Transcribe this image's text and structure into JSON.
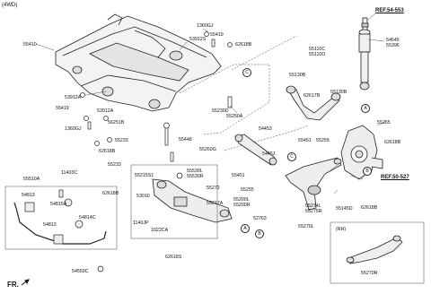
{
  "diagram": {
    "variant": "(4WD)",
    "front_marker": "FR.",
    "rh_label": "(RH)",
    "refs": {
      "ref1": "REF.54-553",
      "ref2": "REF.50-527"
    },
    "callouts": {
      "A": "A",
      "B": "B",
      "C": "C"
    },
    "labels": {
      "p55410": "55410",
      "p1360gj_top": "1360GJ",
      "p55419_top": "55419",
      "p53912s": "53912S",
      "p62618b_top": "62618B",
      "p53912a_1": "53912A",
      "p53912a_2": "53912A",
      "p55419_l": "55419",
      "p1360gj_l": "1360GJ",
      "p56251b": "56251B",
      "p55233_a": "55233",
      "p62618b_l": "62618B",
      "p55230d": "55230D",
      "p55250a": "55250A",
      "p55448": "55448",
      "p55260g": "55260G",
      "p54453": "54453",
      "p5445j": "5445J",
      "p55110c": "55110C\n55110D",
      "p55130b": "55130B",
      "p62617b": "62617B",
      "p55130b_2": "55130B",
      "p54645": "54645\n55396",
      "p55451": "55451",
      "p55255_top": "55255",
      "p55255_r": "55255",
      "p62618b_r": "62618B",
      "p11403c": "11403C",
      "p55510a": "55510A",
      "p54813_a": "54813",
      "p54815a": "54815A",
      "p54814c": "54814C",
      "p54813_b": "54813",
      "p54559c": "54559C",
      "p55233_b": "55233",
      "p62618b_b": "62618B",
      "p55215s1": "55215S1",
      "p55530l": "55530L\n55530R",
      "p55272": "55272",
      "p53010": "53010",
      "p1140jp": "1140JP",
      "p1022ca": "1022CA",
      "p55217a": "55217A",
      "p55451_b": "55451",
      "p55255_b": "55255",
      "p55200l": "55200L\n55200R",
      "p52763": "52763",
      "p62618s": "62618S",
      "p55274l": "55274L\n55275R",
      "p55145d": "55145D",
      "p62618b_rr": "62618B",
      "p55270l": "55270L",
      "p55270r": "55270R"
    }
  }
}
